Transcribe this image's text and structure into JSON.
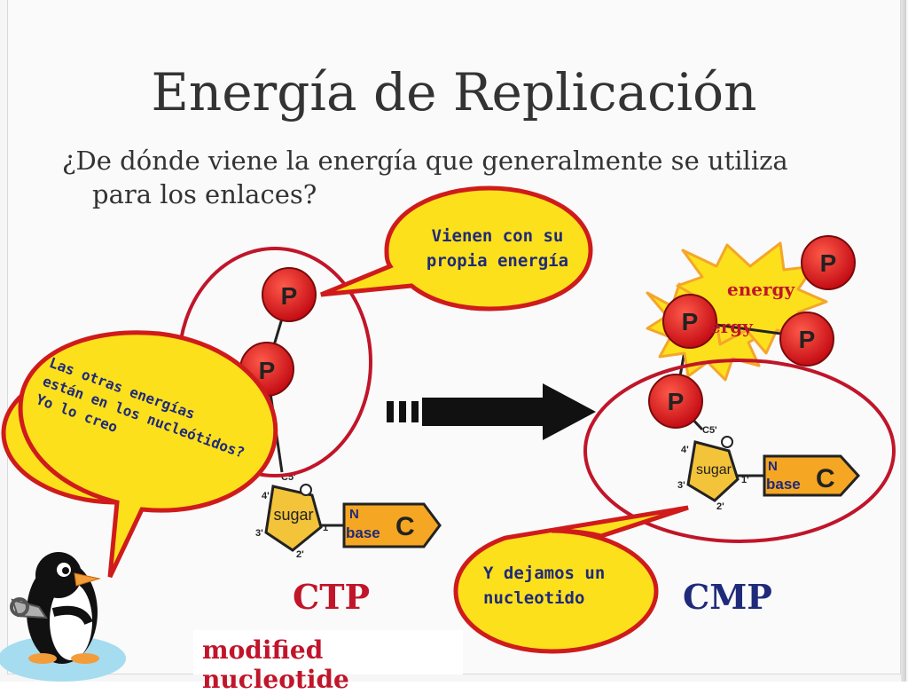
{
  "slide": {
    "title": "Energía de Replicación",
    "question_line1": "¿De dónde viene la energía que generalmente se utiliza",
    "question_line2": "para los enlaces?"
  },
  "bubbles": {
    "vienen": [
      "Vienen con su",
      "propia energía"
    ],
    "otras": [
      "Las otras energías",
      "están en los nucleótidos?",
      "Yo lo creo"
    ],
    "dejamos": [
      "Y dejamos un",
      "nucleotido"
    ]
  },
  "left_molecule": {
    "phosphate_label": "P",
    "sugar_label": "sugar",
    "base_letter_small": "N",
    "base_word": "base",
    "base_letter": "C",
    "carbon_labels": [
      "C5'",
      "4'",
      "3'",
      "2'",
      "1'"
    ],
    "oxygen_label": "O",
    "name": "CTP"
  },
  "right_molecule": {
    "phosphate_label": "P",
    "sugar_label": "sugar",
    "base_letter_small": "N",
    "base_word": "base",
    "base_letter": "C",
    "carbon_labels": [
      "C5'",
      "4'",
      "3'",
      "2'",
      "1'"
    ],
    "oxygen_label": "O",
    "name": "CMP",
    "energy_labels": [
      "energy",
      "ergy"
    ]
  },
  "caption": "modified nucleotide",
  "colors": {
    "phosphate": "#d8131b",
    "sugar": "#f3c33a",
    "base": "#f5a623",
    "bubble_fill": "#fde01c",
    "bubble_stroke": "#cf1b1b",
    "ring": "#c0152a",
    "text_blue": "#1f2a7a"
  }
}
